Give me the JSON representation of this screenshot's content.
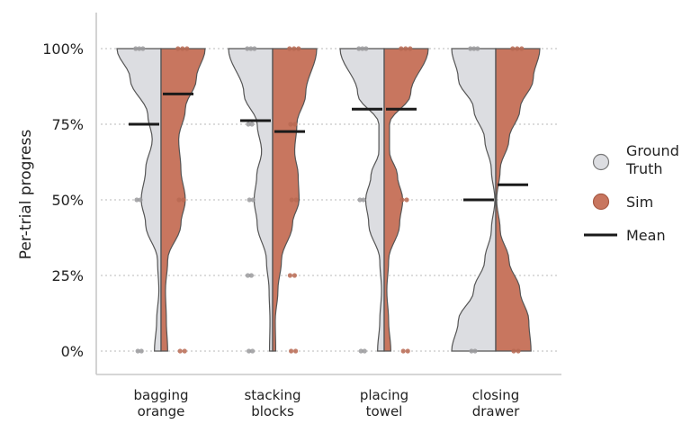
{
  "chart_data": {
    "type": "violin",
    "ylabel": "Per-trial progress",
    "ylim": [
      -0.08,
      1.12
    ],
    "yticks": [
      {
        "value": 0,
        "label": "0%"
      },
      {
        "value": 0.25,
        "label": "25%"
      },
      {
        "value": 0.5,
        "label": "50%"
      },
      {
        "value": 0.75,
        "label": "75%"
      },
      {
        "value": 1.0,
        "label": "100%"
      }
    ],
    "grid": "horizontal dotted",
    "categories": [
      [
        "bagging",
        "orange"
      ],
      [
        "stacking",
        "blocks"
      ],
      [
        "placing",
        "towel"
      ],
      [
        "closing",
        "drawer"
      ]
    ],
    "series": [
      {
        "name": "Ground Truth",
        "color": "#dcdde1",
        "side": "left",
        "means": [
          0.75,
          0.762,
          0.8,
          0.5
        ],
        "values": [
          [
            1.0,
            0.5,
            0.0
          ],
          [
            1.0,
            0.75,
            0.5,
            0.25,
            0.0
          ],
          [
            1.0,
            0.5,
            0.0
          ],
          [
            1.0,
            0.0
          ]
        ]
      },
      {
        "name": "Sim",
        "color": "#c8765f",
        "side": "right",
        "means": [
          0.85,
          0.726,
          0.8,
          0.55
        ],
        "values": [
          [
            1.0,
            0.5,
            0.0
          ],
          [
            1.0,
            0.75,
            0.5,
            0.25,
            0.0
          ],
          [
            1.0,
            0.5,
            0.0
          ],
          [
            1.0,
            0.0
          ]
        ]
      }
    ],
    "mean_label": "Mean",
    "legend": {
      "placement": "right",
      "entries": [
        [
          "Ground",
          "Truth"
        ],
        [
          "Sim"
        ],
        [
          "Mean"
        ]
      ]
    }
  }
}
